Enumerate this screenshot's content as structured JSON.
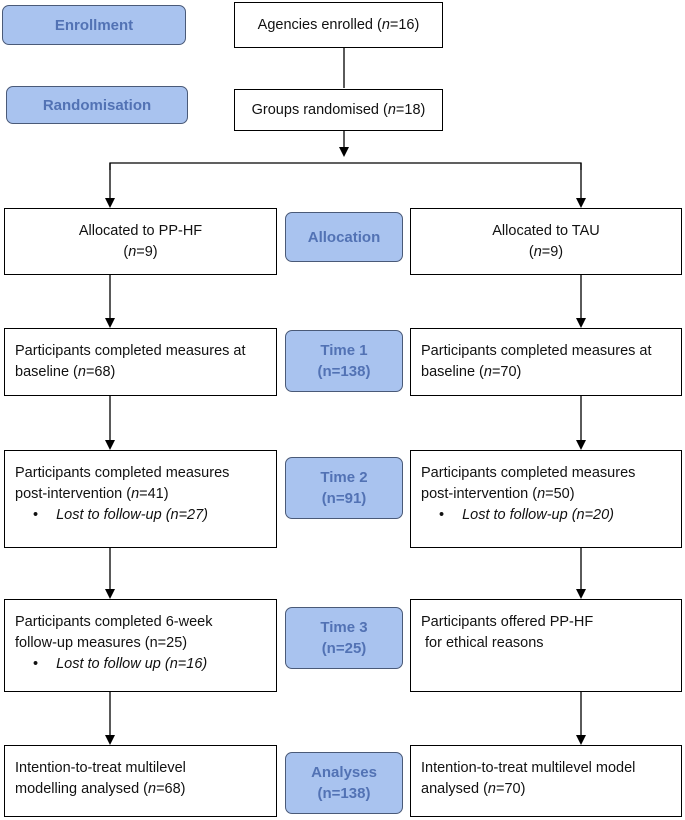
{
  "stages": {
    "enrollment": "Enrollment",
    "randomisation": "Randomisation",
    "allocation": "Allocation",
    "time1": {
      "label": "Time 1",
      "count": "(n=138)"
    },
    "time2": {
      "label": "Time 2",
      "count": "(n=91)"
    },
    "time3": {
      "label": "Time 3",
      "count": "(n=25)"
    },
    "analyses": {
      "label": "Analyses",
      "count": "(n=138)"
    }
  },
  "top": {
    "enrolled": {
      "text": "Agencies enrolled (",
      "n": "n",
      "count": "=16)"
    },
    "randomised": {
      "text": "Groups randomised (",
      "n": "n",
      "count": "=18)"
    }
  },
  "left": {
    "allocated": {
      "line1": "Allocated to PP-HF",
      "n": "n",
      "count": "=9)"
    },
    "time1": {
      "line1": "Participants completed measures at",
      "line2": "baseline (",
      "n": "n",
      "count": "=68)"
    },
    "time2": {
      "line1": "Participants completed measures",
      "line2": "post-intervention (",
      "n": "n",
      "count": "=41)",
      "bullet": "Lost to follow-up (n=27)"
    },
    "time3": {
      "line1": "Participants completed 6-week",
      "line2": "follow-up measures (",
      "n": "n",
      "count": "=25)",
      "bullet": "Lost to follow up (n=16)"
    },
    "analyses": {
      "line1": "Intention-to-treat multilevel",
      "line2": "modelling analysed (",
      "n": "n",
      "count": "=68)"
    }
  },
  "right": {
    "allocated": {
      "line1": "Allocated to TAU",
      "n": "n",
      "count": "=9)"
    },
    "time1": {
      "line1": "Participants completed measures at",
      "line2": "baseline (",
      "n": "n",
      "count": "=70)"
    },
    "time2": {
      "line1": "Participants completed measures",
      "line2": "post-intervention (",
      "n": "n",
      "count": "=50)",
      "bullet": "Lost to follow-up (n=20)"
    },
    "time3": {
      "line1": "Participants offered PP-HF",
      "line2": " for ethical reasons"
    },
    "analyses": {
      "line1": "Intention-to-treat multilevel model",
      "line2": "analysed (",
      "n": "n",
      "count": "=70)"
    }
  }
}
